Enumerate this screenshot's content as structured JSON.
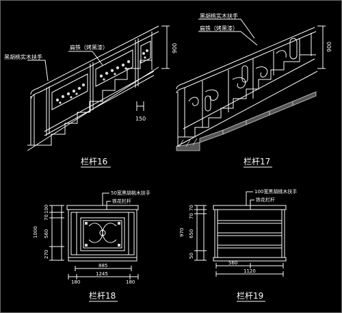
{
  "colors": {
    "background": "#000000",
    "lines": "#ffffff",
    "fill": "#bdbdbd"
  },
  "panels": {
    "p16": {
      "title": "栏杆16",
      "label_handrail": "黑胡桃实木扶手",
      "label_iron": "扁铁（烤黑漆）",
      "dim_height": "900",
      "dim_offset": "150"
    },
    "p17": {
      "title": "栏杆17",
      "label_handrail": "黑胡桃实木扶手",
      "label_iron": "扁铁（烤黑漆）",
      "dim_height": "900"
    },
    "p18": {
      "title": "栏杆18",
      "label_handrail": "50宽黑胡桃木扶手",
      "label_rail": "铁花栏杆",
      "dim_v": [
        "100",
        "70",
        "560",
        "270"
      ],
      "dim_total": "1000",
      "dim_inner": "885",
      "dim_total_w": "1245",
      "dim_left": "180",
      "dim_right": "180"
    },
    "p19": {
      "title": "栏杆19",
      "label_handrail": "100宽黑胡桃木扶手",
      "label_rail": "铁花栏杆",
      "dim_v": [
        "70",
        "70",
        "650",
        "50"
      ],
      "dim_total": "970",
      "dim_inner": "560",
      "dim_total_w": "1120"
    }
  }
}
